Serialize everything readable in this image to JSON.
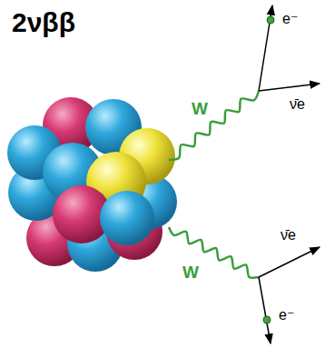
{
  "diagram": {
    "title": "2νββ",
    "labels": [
      "W",
      "e⁻",
      "ν̄e",
      "W",
      "ν̄e",
      "e⁻"
    ]
  }
}
